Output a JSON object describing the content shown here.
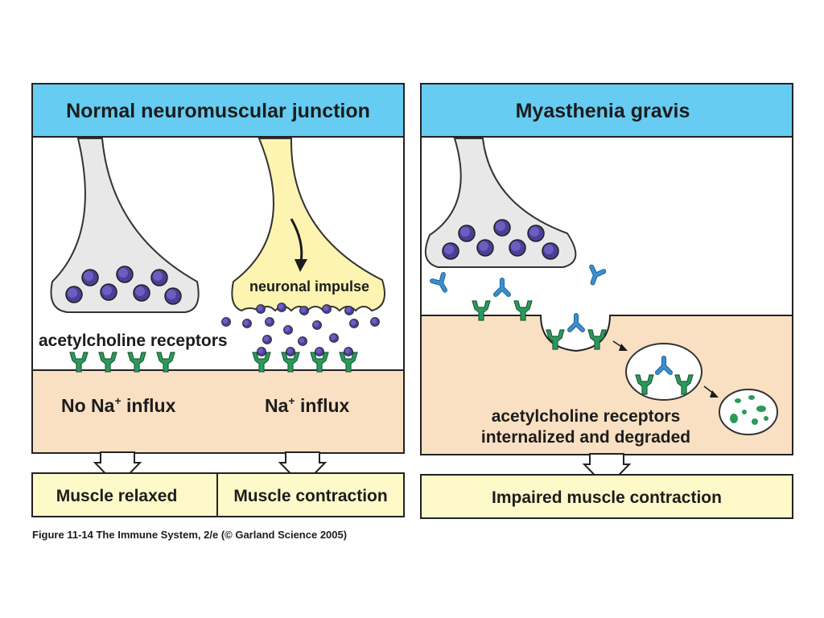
{
  "left_panel": {
    "title": "Normal neuromuscular junction",
    "receptors_label": "acetylcholine receptors",
    "impulse_label": "neuronal impulse",
    "no_influx": {
      "prefix": "No Na",
      "sup": "+",
      "suffix": " influx"
    },
    "influx": {
      "prefix": "Na",
      "sup": "+",
      "suffix": " influx"
    },
    "outcome_left": "Muscle relaxed",
    "outcome_right": "Muscle contraction"
  },
  "right_panel": {
    "title": "Myasthenia gravis",
    "internalized_line1": "acetylcholine receptors",
    "internalized_line2": "internalized and degraded",
    "outcome": "Impaired muscle contraction"
  },
  "caption": "Figure 11-14  The Immune System, 2/e (© Garland Science 2005)",
  "colors": {
    "title_bar": "#66ccf2",
    "muscle": "#f9e0c3",
    "outcome_box": "#fdf9c8",
    "nerve_gray": "#e8e8e8",
    "nerve_yellow": "#fcf4b0",
    "receptor": "#2a9a5a",
    "vesicle": "#4a3f96",
    "antibody": "#3a8fd0"
  }
}
